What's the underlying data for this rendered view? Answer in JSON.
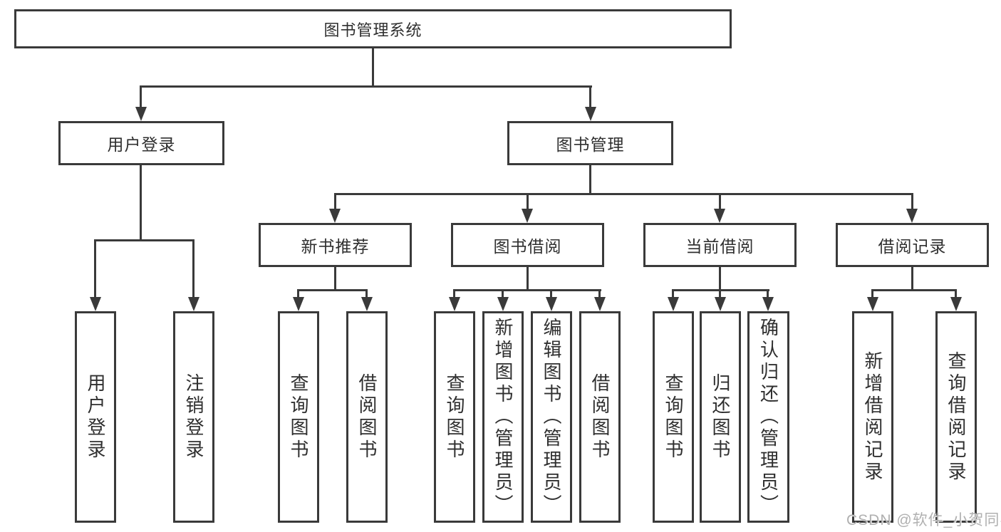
{
  "root": {
    "label": "图书管理系统"
  },
  "level2": {
    "user_login": {
      "label": "用户登录"
    },
    "book_management": {
      "label": "图书管理"
    }
  },
  "level3": {
    "new_book_recommend": {
      "label": "新书推荐"
    },
    "book_borrow": {
      "label": "图书借阅"
    },
    "current_borrow": {
      "label": "当前借阅"
    },
    "borrow_records": {
      "label": "借阅记录"
    }
  },
  "leaves": {
    "user_login": [
      "用户登录",
      "注销登录"
    ],
    "new_book_recommend": [
      "查询图书",
      "借阅图书"
    ],
    "book_borrow": [
      "查询图书",
      "新增图书（管理员）",
      "编辑图书（管理员）",
      "借阅图书"
    ],
    "current_borrow": [
      "查询图书",
      "归还图书",
      "确认归还（管理员）"
    ],
    "borrow_records": [
      "新增借阅记录",
      "查询借阅记录"
    ]
  },
  "watermark": "CSDN @软件_小贺同学",
  "colors": {
    "line": "#3a3a3a",
    "text": "#2f2f2f",
    "watermark": "#b0b0b0",
    "background": "#ffffff"
  }
}
